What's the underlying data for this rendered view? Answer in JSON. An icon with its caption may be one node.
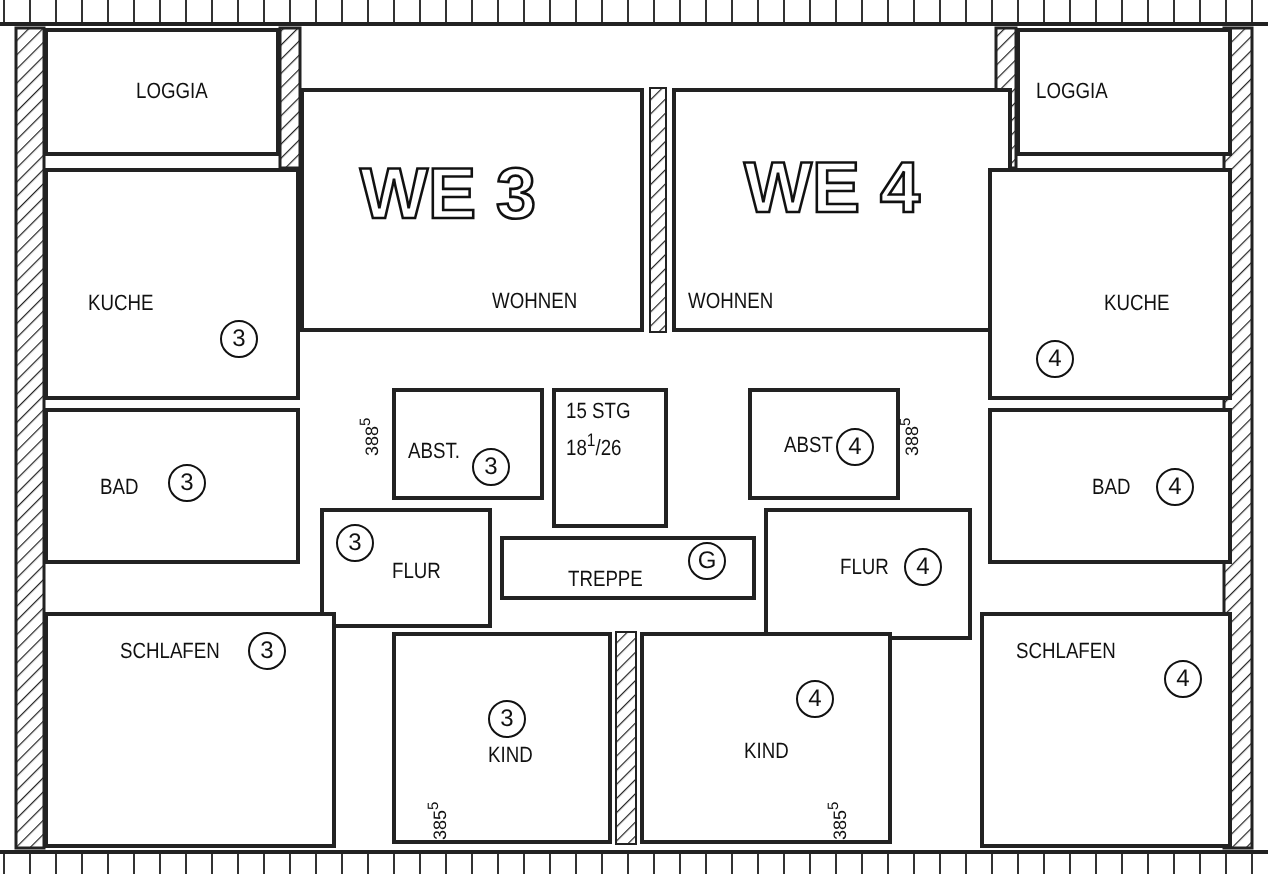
{
  "diagram": {
    "nodes": [
      {
        "text": [
          "LOGGIA"
        ]
      },
      {
        "text": [
          "WE 3",
          "WOHNEN"
        ]
      },
      {
        "text": [
          "WE 4",
          "WOHNEN"
        ]
      },
      {
        "text": [
          "LOGGIA"
        ]
      },
      {
        "text": [
          "KUCHE",
          "3"
        ]
      },
      {
        "text": [
          "KUCHE",
          "4"
        ]
      },
      {
        "text": [
          "BAD",
          "3"
        ]
      },
      {
        "text": [
          "ABST.",
          "3"
        ]
      },
      {
        "text": [
          "15 STG",
          "18$^{1}$/26"
        ]
      },
      {
        "text": [
          "ABST",
          "4"
        ]
      },
      {
        "text": [
          "BAD",
          "4"
        ]
      },
      {
        "text": [
          "3",
          "FLUR"
        ]
      },
      {
        "text": [
          "G",
          "TREPPE"
        ]
      },
      {
        "text": [
          "FLUR",
          "4"
        ]
      },
      {
        "text": [
          "SCHLAFEN",
          "3"
        ]
      },
      {
        "text": [
          "3",
          "KIND"
        ]
      },
      {
        "text": [
          "4",
          "KIND"
        ]
      },
      {
        "text": [
          "SCHLAFEN",
          "4"
        ]
      }
    ],
    "labels": [
      "388$^{5}$",
      "388$^{5}$",
      "385$^{5}$",
      "385$^{5}$"
    ]
  }
}
